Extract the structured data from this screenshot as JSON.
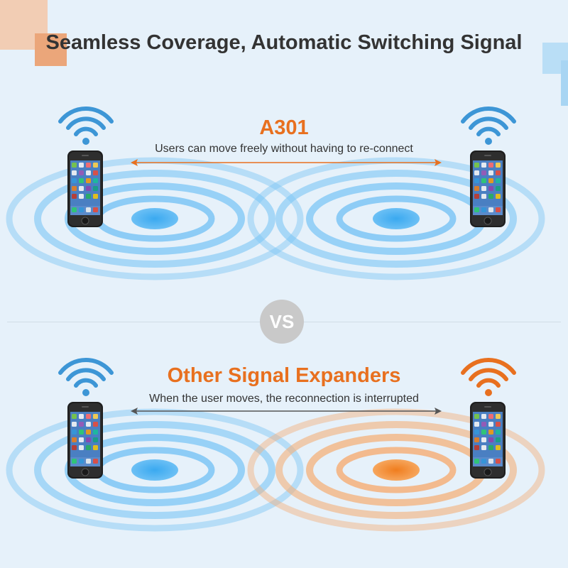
{
  "title": "Seamless Coverage, Automatic Switching Signal",
  "top": {
    "heading": "A301",
    "subtext": "Users can move freely without having to re-connect"
  },
  "vs_label": "VS",
  "bottom": {
    "heading": "Other Signal Expanders",
    "subtext": "When the user moves, the reconnection is interrupted"
  },
  "colors": {
    "blue": "#3aa9f0",
    "orange": "#f08b2c",
    "heading": "#e8701f",
    "text": "#333333",
    "background": "#e6f1fa"
  }
}
